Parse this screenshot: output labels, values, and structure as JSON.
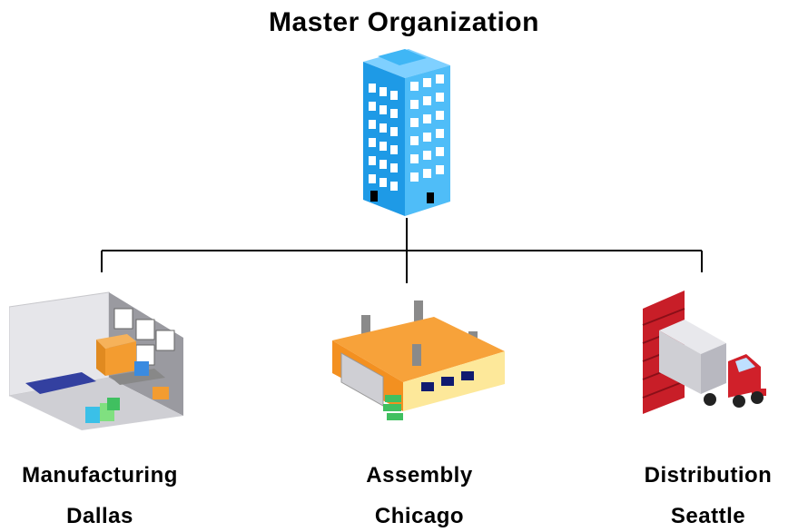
{
  "diagram": {
    "title": "Master Organization",
    "root": {
      "icon": "office-building-icon"
    },
    "children": [
      {
        "name": "Manufacturing",
        "city": "Dallas",
        "icon": "manufacturing-plant-icon"
      },
      {
        "name": "Assembly",
        "city": "Chicago",
        "icon": "assembly-factory-icon"
      },
      {
        "name": "Distribution",
        "city": "Seattle",
        "icon": "delivery-truck-icon"
      }
    ]
  },
  "colors": {
    "building_blue": "#2aa8f0",
    "factory_orange": "#f7a23a",
    "truck_red": "#d0202a",
    "line": "#000000"
  }
}
